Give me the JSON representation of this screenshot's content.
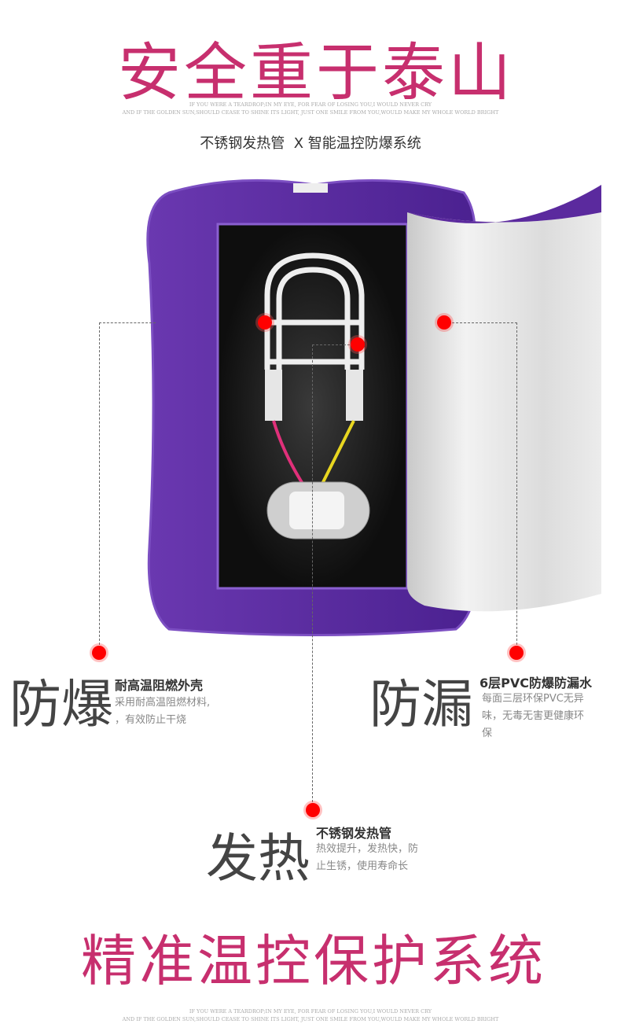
{
  "header": {
    "title": "安全重于泰山",
    "tagline_1": "IF YOU WERE A TEARDROP;IN MY EYE, FOR FEAR OF LOSING YOU,I WOULD NEVER CRY",
    "tagline_2": "AND IF THE GOLDEN SUN,SHOULD CEASE TO SHINE ITS LIGHT, JUST ONE SMILE FROM YOU,WOULD MAKE MY WHOLE WORLD BRIGHT",
    "subtitle": "不锈钢发热管  X 智能温控防爆系统"
  },
  "features": [
    {
      "big": "防爆",
      "title": "耐高温阻燃外壳",
      "desc_1": "采用耐高温阻燃材料,",
      "desc_2": "，有效防止干烧"
    },
    {
      "big": "防漏",
      "title": "6层PVC防爆防漏水",
      "desc_1": "每面三层环保PVC无异",
      "desc_2": "味，无毒无害更健康环",
      "desc_3": "保"
    },
    {
      "big": "发热",
      "title": "不锈钢发热管",
      "desc_1": "热效提升，发热快，防",
      "desc_2": "止生锈，使用寿命长"
    }
  ],
  "footer": {
    "title": "精准温控保护系统",
    "tagline_1": "IF YOU WERE A TEARDROP;IN MY EYE, FOR FEAR OF LOSING YOU,I WOULD NEVER CRY",
    "tagline_2": "AND IF THE GOLDEN SUN,SHOULD CEASE TO SHINE ITS LIGHT, JUST ONE SMILE FROM YOU,WOULD MAKE MY WHOLE WORLD BRIGHT"
  },
  "colors": {
    "accent": "#c72f6e",
    "purple": "#5b2a9e",
    "dot": "#ff0000"
  }
}
